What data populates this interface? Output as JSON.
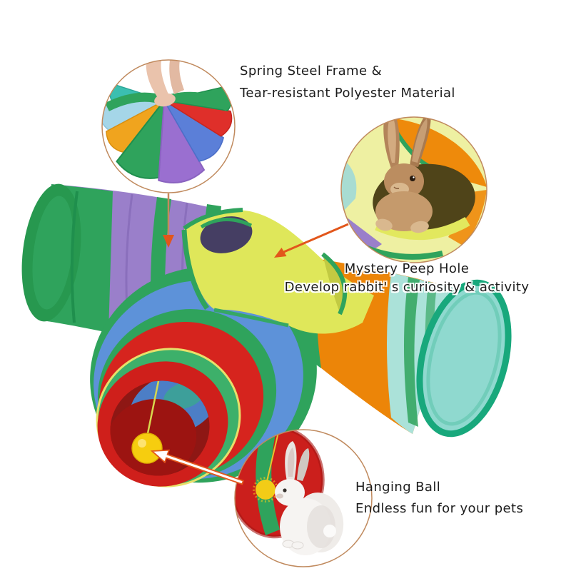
{
  "page": {
    "background_color": "#ffffff",
    "subject": "3-way collapsible rabbit play tunnel with annotated features"
  },
  "annotations": {
    "steel_frame": {
      "line1": "Spring Steel Frame &",
      "line2": "Tear-resistant Polyester Material"
    },
    "peep_hole": {
      "line1": "Mystery Peep Hole",
      "line2": "Develop rabbit' s curiosity & activity"
    },
    "hanging_ball": {
      "line1": "Hanging Ball",
      "line2": "Endless fun for your pets"
    }
  },
  "insets": {
    "collapsed_tunnel": {
      "description": "hands holding the tunnel folded flat"
    },
    "rabbit_peeping": {
      "description": "brown rabbit peeking out of the peep hole"
    },
    "rabbit_with_ball": {
      "description": "white rabbit beside tunnel opening with hanging ball"
    }
  },
  "colors": {
    "text": "#1c1c1c",
    "arrow_orange": "#e2561b",
    "leader_tan": "#c6895c",
    "inset_border": "#c08a5e",
    "tunnel_green": "#2fa35c",
    "tunnel_purple": "#9a7fca",
    "tunnel_blue": "#5d92d9",
    "tunnel_red": "#d6241e",
    "tunnel_orange": "#ec8508",
    "tunnel_aqua": "#abe2d9",
    "rim_teal": "#18a87c",
    "junction_yellow": "#dfe75a",
    "ball_yellow": "#f6cd0f"
  }
}
